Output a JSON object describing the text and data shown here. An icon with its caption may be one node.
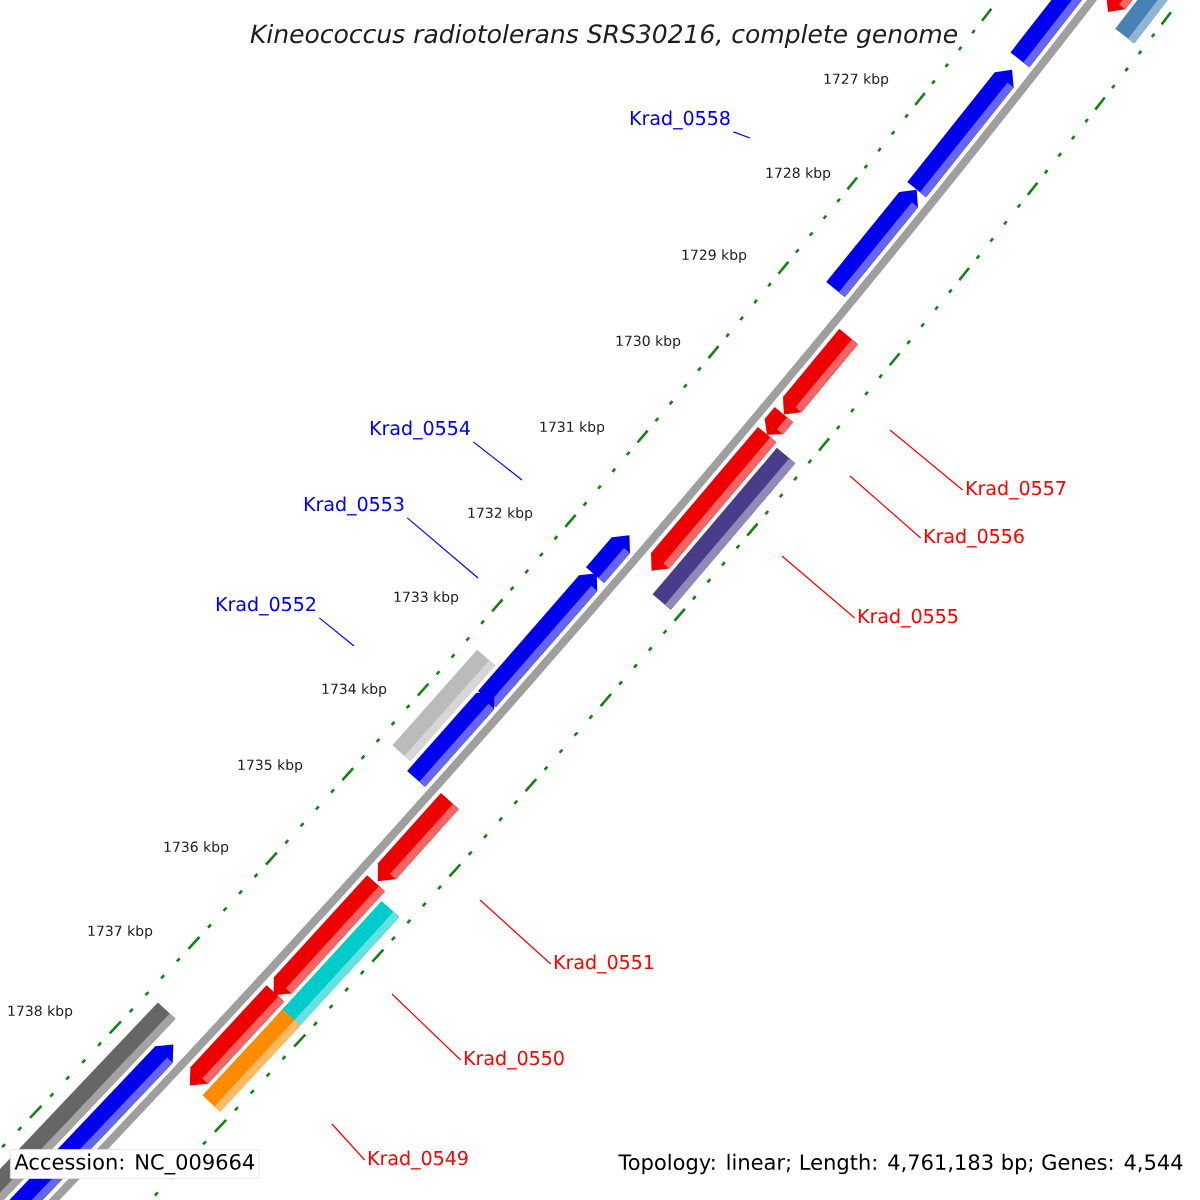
{
  "diagram": {
    "title": "Kineococcus radiotolerans SRS30216, complete genome",
    "nodes": [
      {
        "text": [
          "Krad_0558"
        ]
      },
      {
        "text": [
          "Krad_0554"
        ]
      },
      {
        "text": [
          "Krad_0553"
        ]
      },
      {
        "text": [
          "Krad_0552"
        ]
      },
      {
        "text": [
          "Krad_0557"
        ]
      },
      {
        "text": [
          "Krad_0556"
        ]
      },
      {
        "text": [
          "Krad_0555"
        ]
      },
      {
        "text": [
          "Krad_0551"
        ]
      },
      {
        "text": [
          "Krad_0550"
        ]
      },
      {
        "text": [
          "Krad_0549"
        ]
      }
    ],
    "edges": [
      {
        "from": 0,
        "to": null,
        "arrow": "none",
        "color": "#0000ff"
      },
      {
        "from": 1,
        "to": null,
        "arrow": "none",
        "color": "#0000ff"
      },
      {
        "from": 2,
        "to": null,
        "arrow": "none",
        "color": "#0000ff"
      },
      {
        "from": 3,
        "to": null,
        "arrow": "none",
        "color": "#0000ff"
      },
      {
        "from": 4,
        "to": null,
        "arrow": "none"
      },
      {
        "from": 5,
        "to": null,
        "arrow": "none"
      },
      {
        "from": 6,
        "to": null,
        "arrow": "none"
      },
      {
        "from": 7,
        "to": null,
        "arrow": "none"
      },
      {
        "from": 8,
        "to": null,
        "arrow": "none"
      },
      {
        "from": 9,
        "to": null,
        "arrow": "none"
      }
    ],
    "labels": [
      "1727 kbp",
      "1728 kbp",
      "1729 kbp",
      "1730 kbp",
      "1731 kbp",
      "1732 kbp",
      "1733 kbp",
      "1734 kbp",
      "1735 kbp",
      "1736 kbp",
      "1737 kbp",
      "1738 kbp",
      "Accession: NC_009664",
      "Topology: linear; Length: 4,761,183 bp; Genes: 4,544"
    ]
  }
}
